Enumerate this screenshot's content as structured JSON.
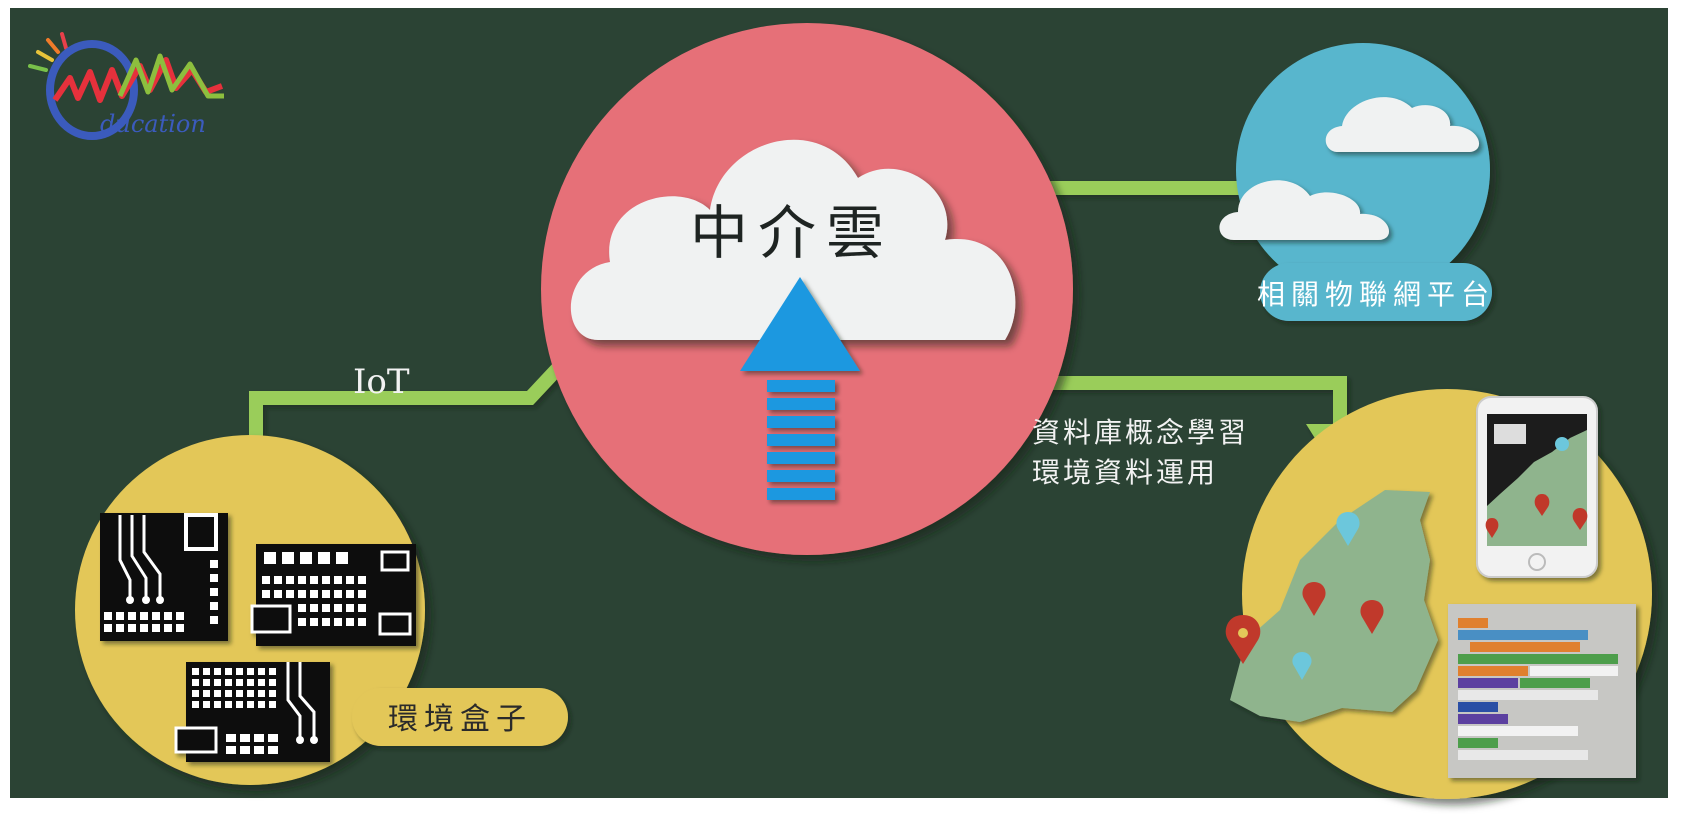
{
  "brand": {
    "logo_text": "ducation"
  },
  "diagram": {
    "center_title": "中介雲",
    "iot_label": "IoT",
    "platform_label": "相關物聯網平台",
    "box_label": "環境盒子",
    "db_line1": "資料庫概念學習",
    "db_line2": "環境資料運用"
  },
  "colors": {
    "board": "#2b4334",
    "pink_circle": "#e66f78",
    "blue_circle": "#59b6cd",
    "yellow_circle": "#e3c759",
    "arrow_green": "#9acd5a",
    "upload_blue": "#1f98e0",
    "cloud_white": "#f0f2f2",
    "map_green": "#8fb48d"
  },
  "icons": [
    "cloud-icon",
    "upload-arrow-icon",
    "circuit-board-icon",
    "map-pin-icon",
    "smartphone-icon",
    "code-blocks-icon",
    "logo-icon"
  ]
}
